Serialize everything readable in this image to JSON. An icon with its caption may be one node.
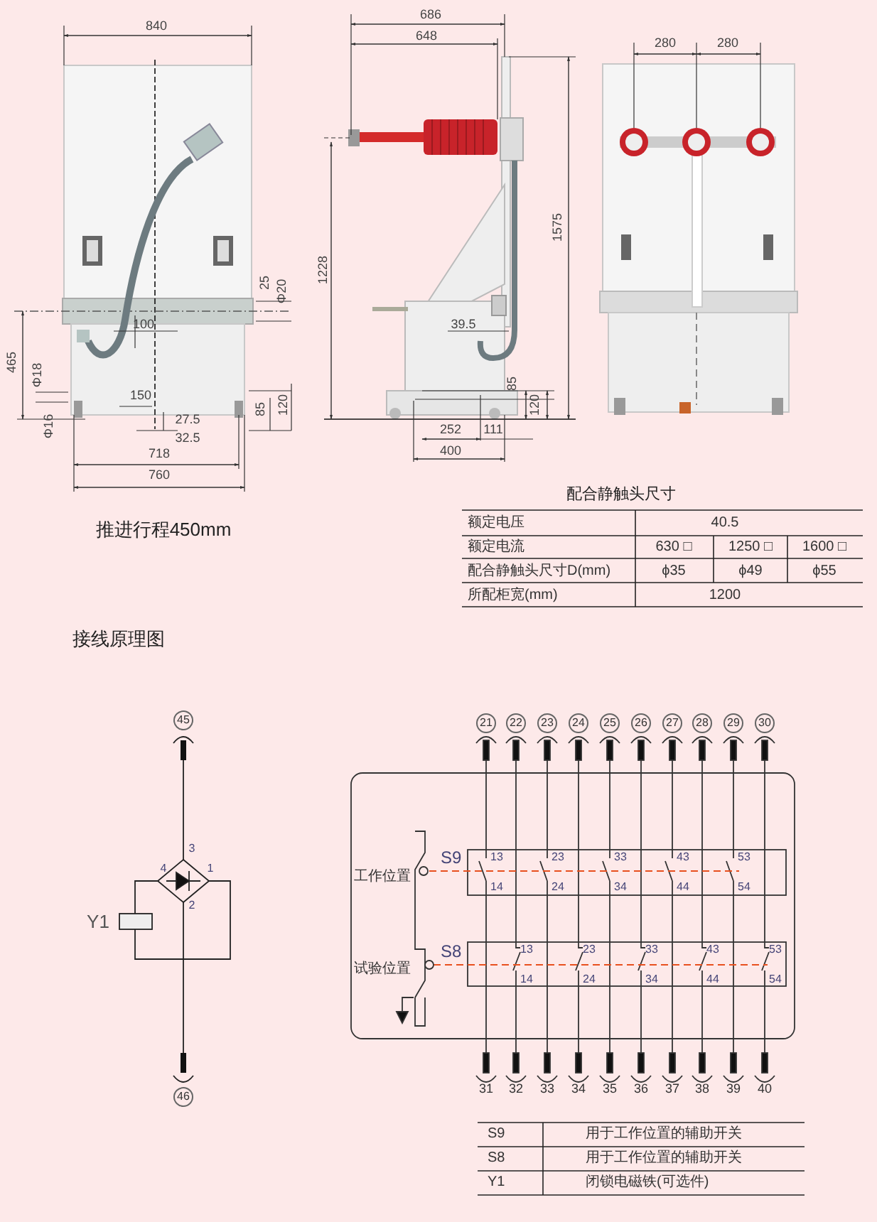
{
  "diagram": {
    "labels": [
      "840",
      "686",
      "648",
      "280",
      "280",
      "1575",
      "1228",
      "25",
      "Φ20",
      "465",
      "Φ18",
      "100",
      "39.5",
      "150",
      "85",
      "120",
      "85",
      "120",
      "Φ16",
      "27.5",
      "32.5",
      "252",
      "111",
      "718",
      "400",
      "760",
      "推进行程450mm",
      "配合静触头尺寸",
      "额定电压",
      "40.5",
      "额定电流",
      "630 □",
      "1250 □",
      "1600 □",
      "配合静触头尺寸D(mm)",
      "ϕ35",
      "ϕ49",
      "ϕ55",
      "所配柜宽(mm)",
      "1200",
      "接线原理图",
      "45",
      "3",
      "4",
      "1",
      "2",
      "Y1",
      "46",
      "21",
      "22",
      "23",
      "24",
      "25",
      "26",
      "27",
      "28",
      "29",
      "30",
      "工作位置",
      "S9",
      "13",
      "23",
      "33",
      "43",
      "53",
      "14",
      "24",
      "34",
      "44",
      "54",
      "试验位置",
      "S8",
      "13",
      "23",
      "33",
      "43",
      "53",
      "14",
      "24",
      "34",
      "44",
      "54",
      "31",
      "32",
      "33",
      "34",
      "35",
      "36",
      "37",
      "38",
      "39",
      "40",
      "S9",
      "用于工作位置的辅助开关",
      "S8",
      "用于工作位置的辅助开关",
      "Y1",
      "闭锁电磁铁(可选件)"
    ]
  }
}
